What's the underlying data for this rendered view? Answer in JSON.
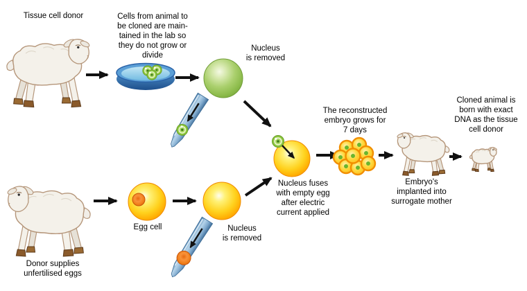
{
  "diagram": {
    "labels": {
      "tissue_donor": "Tissue cell donor",
      "cells_maintained": "Cells from animal to\nbe cloned are main-\ntained in the lab so\nthey do not grow or\ndivide",
      "nucleus_removed_top": "Nucleus\nis removed",
      "nucleus_fuses": "Nucleus fuses\nwith empty egg\nafter electric\ncurrent applied",
      "embryo_grows": "The reconstructed\nembryo grows for\n7 days",
      "embryo_implanted": "Embryo's\nimplanted into\nsurrogate mother",
      "cloned_animal": "Cloned animal is\nborn with exact\nDNA as the tissue\ncell donor",
      "donor_supplies": "Donor supplies\nunfertilised eggs",
      "egg_cell": "Egg cell",
      "nucleus_removed_bottom": "Nucleus\nis removed"
    },
    "icons": {
      "sheep": "sheep-icon",
      "lamb": "lamb-icon",
      "petri_dish": "petri-dish-icon",
      "pipette": "pipette-icon",
      "cell_green": "donor-cell-icon",
      "cell_yellow": "egg-cell-icon",
      "embryo_cluster": "embryo-cluster-icon",
      "arrow": "arrow-icon"
    },
    "colors": {
      "background": "#ffffff",
      "arrow_black": "#111111",
      "donor_cell_green": "#8cc63e",
      "egg_yellow": "#ffd21e",
      "egg_rim_orange": "#f28c00",
      "nucleus_orange": "#f5831f",
      "embryo_ring_orange": "#f18e00",
      "embryo_dot_green": "#6ab52e",
      "dish_blue": "#3f87c8",
      "dish_inner_blue": "#9fd2ec",
      "pipette_blue": "#7fa9cd",
      "sheep_body": "#f4f1ea",
      "sheep_outline": "#b5967a",
      "hoof_brown": "#8a5a2b",
      "udder_pink": "#f2bac2"
    }
  }
}
